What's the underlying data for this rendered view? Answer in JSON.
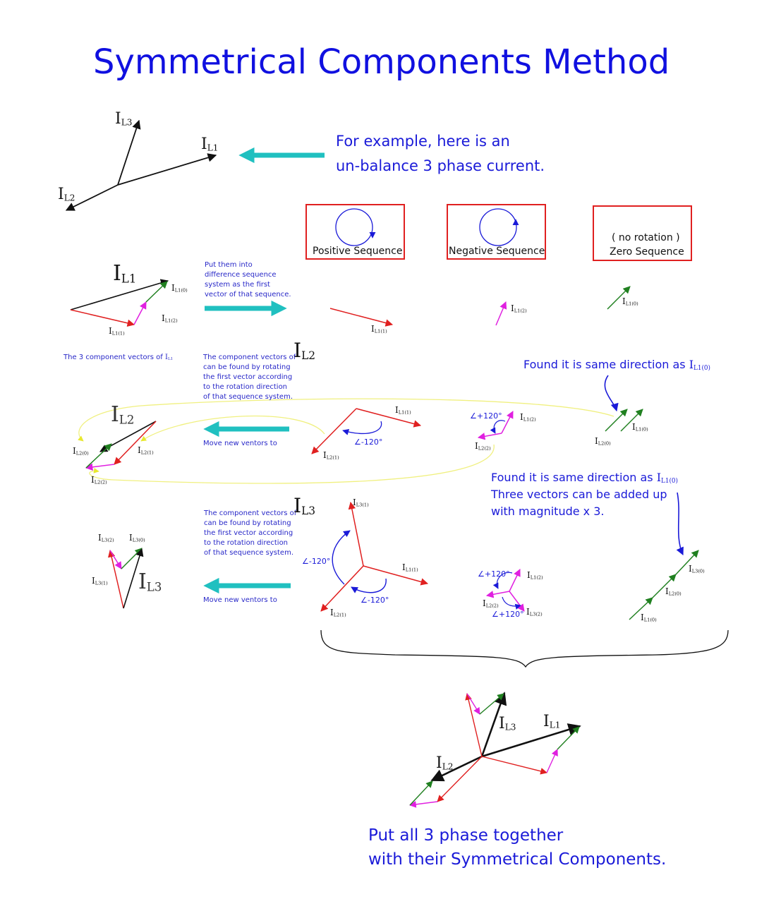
{
  "title": "Symmetrical Components Method",
  "intro": {
    "line1": "For example, here is an",
    "line2": "un-balance 3 phase current."
  },
  "sequence_systems": {
    "positive": "Positive Sequence",
    "negative": "Negative Sequence",
    "zero_note": "( no rotation )",
    "zero": "Zero Sequence"
  },
  "notes": {
    "put_into_1": "Put them into",
    "put_into_2": "difference sequence",
    "put_into_3": "system as the first",
    "put_into_4": "vector of that sequence.",
    "three_components": "The 3 component vectors of",
    "rotate_1": "The component vectors of",
    "rotate_2": "can be found by rotating",
    "rotate_3": "the first vector according",
    "rotate_4": "to the rotation direction",
    "rotate_5": "of that sequence system.",
    "move_new": "Move new ventors to",
    "found_same": "Found it is same direction as",
    "found_same_2": "Found it is same direction as",
    "three_added_1": "Three vectors can be added up",
    "three_added_2": "with magnitude x 3.",
    "together_1": "Put all 3 phase together",
    "together_2": "with their Symmetrical Components."
  },
  "labels": {
    "I": "I",
    "L1": "L1",
    "L2": "L2",
    "L3": "L3",
    "L1_0": "L1(0)",
    "L1_1": "L1(1)",
    "L1_2": "L1(2)",
    "L2_0": "L2(0)",
    "L2_1": "L2(1)",
    "L2_2": "L2(2)",
    "L3_0": "L3(0)",
    "L3_1": "L3(1)",
    "L3_2": "L3(2)"
  },
  "angles": {
    "neg120": "∠-120°",
    "pos120": "∠+120°"
  },
  "colors": {
    "title": "#1010e0",
    "text_blue": "#1a1ad8",
    "cyan_arrow": "#20c0c0",
    "positive_red": "#e02020",
    "negative_magenta": "#e020e0",
    "zero_green": "#208020",
    "resultant_black": "#111111",
    "guide_yellow": "#f0f060"
  }
}
